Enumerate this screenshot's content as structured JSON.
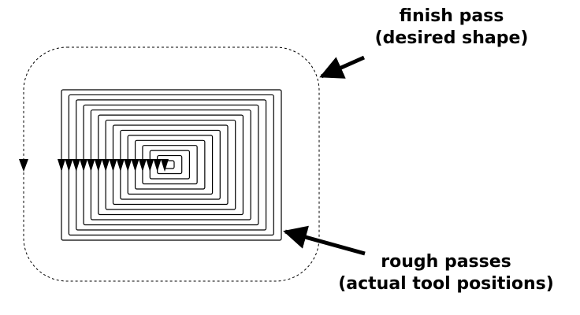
{
  "labels": {
    "finish_line1": "finish pass",
    "finish_line2": "(desired shape)",
    "rough_line1": "rough passes",
    "rough_line2": "(actual tool positions)"
  },
  "diagram": {
    "rough_pass_count": 15,
    "rough_pass_corner": "square",
    "finish_pass_style": "dashed",
    "finish_pass_corner": "rounded",
    "finish_pass_direction": "counterclockwise",
    "colors": {
      "stroke": "#000000",
      "background": "#ffffff"
    }
  }
}
